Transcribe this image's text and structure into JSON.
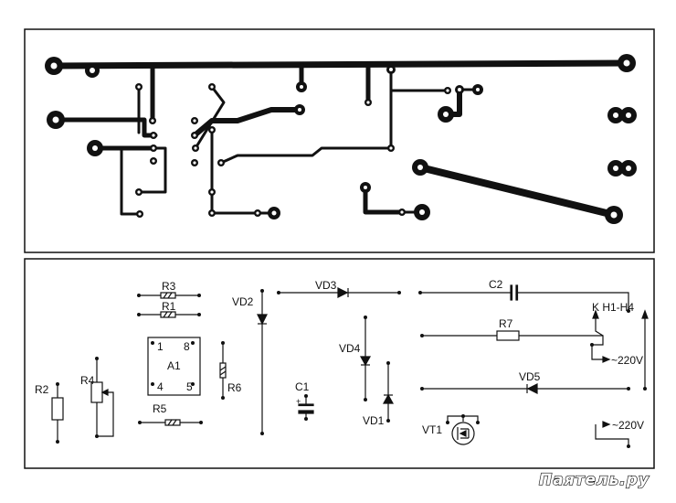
{
  "pcb_panel": {},
  "schematic": {
    "labels": {
      "r3": "R3",
      "r1": "R1",
      "vd2": "VD2",
      "vd3": "VD3",
      "c2": "C2",
      "k_h1_h4": "K H1-H4",
      "r7": "R7",
      "ac_220_a": "~220V",
      "vd4": "VD4",
      "a1": "A1",
      "pin1": "1",
      "pin8": "8",
      "pin4": "4",
      "pin5": "5",
      "r6": "R6",
      "r2": "R2",
      "r4": "R4",
      "c1": "C1",
      "c1_plus": "+",
      "vd5": "VD5",
      "vd1": "VD1",
      "r5": "R5",
      "vt1": "VT1",
      "ac_220_b": "~220V"
    }
  },
  "watermark": "Паятель.ру"
}
